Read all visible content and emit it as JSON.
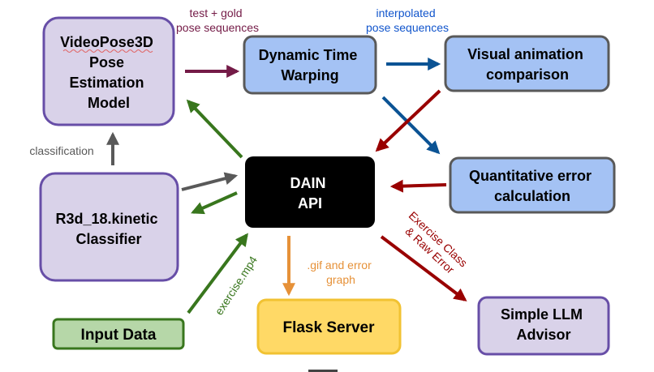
{
  "colors": {
    "purple_fill": "#d9d2e9",
    "purple_stroke": "#674ea7",
    "blue_fill": "#a4c2f4",
    "gray_stroke": "#595959",
    "black": "#000000",
    "yellow_fill": "#ffd966",
    "yellow_stroke": "#f1c232",
    "green_fill": "#b6d7a8",
    "green_stroke": "#38761d",
    "arrow_maroon": "#741b47",
    "arrow_blue": "#0b5394",
    "arrow_darkred": "#990000",
    "arrow_green": "#38761d",
    "arrow_gray": "#595959",
    "arrow_orange": "#e69138",
    "label_maroon": "#741b47",
    "label_blue": "#1155cc",
    "label_gray": "#595959",
    "label_orange": "#e69138",
    "label_green": "#38761d",
    "label_darkred": "#990000"
  },
  "nodes": {
    "videopose": {
      "lines": [
        "VideoPose3D",
        "Pose",
        "Estimation",
        "Model"
      ]
    },
    "dtw": {
      "lines": [
        "Dynamic Time",
        "Warping"
      ]
    },
    "visual": {
      "lines": [
        "Visual animation",
        "comparison"
      ]
    },
    "dain": {
      "lines": [
        "DAIN",
        "API"
      ]
    },
    "quant": {
      "lines": [
        "Quantitative error",
        "calculation"
      ]
    },
    "r3d": {
      "lines": [
        "R3d_18.kinetic",
        "Classifier"
      ]
    },
    "input": {
      "lines": [
        "Input Data"
      ]
    },
    "flask": {
      "lines": [
        "Flask Server"
      ]
    },
    "llm": {
      "lines": [
        "Simple LLM",
        "Advisor"
      ]
    }
  },
  "edge_labels": {
    "test_gold": [
      "test + gold",
      "pose sequences"
    ],
    "interpolated": [
      "interpolated",
      "pose sequences"
    ],
    "classification": [
      "classification"
    ],
    "gif_error": [
      ".gif and error",
      "graph"
    ],
    "exercise_mp4": [
      "exercise.mp4"
    ],
    "exercise_class": [
      "Exercise Class",
      "& Raw Error"
    ]
  }
}
